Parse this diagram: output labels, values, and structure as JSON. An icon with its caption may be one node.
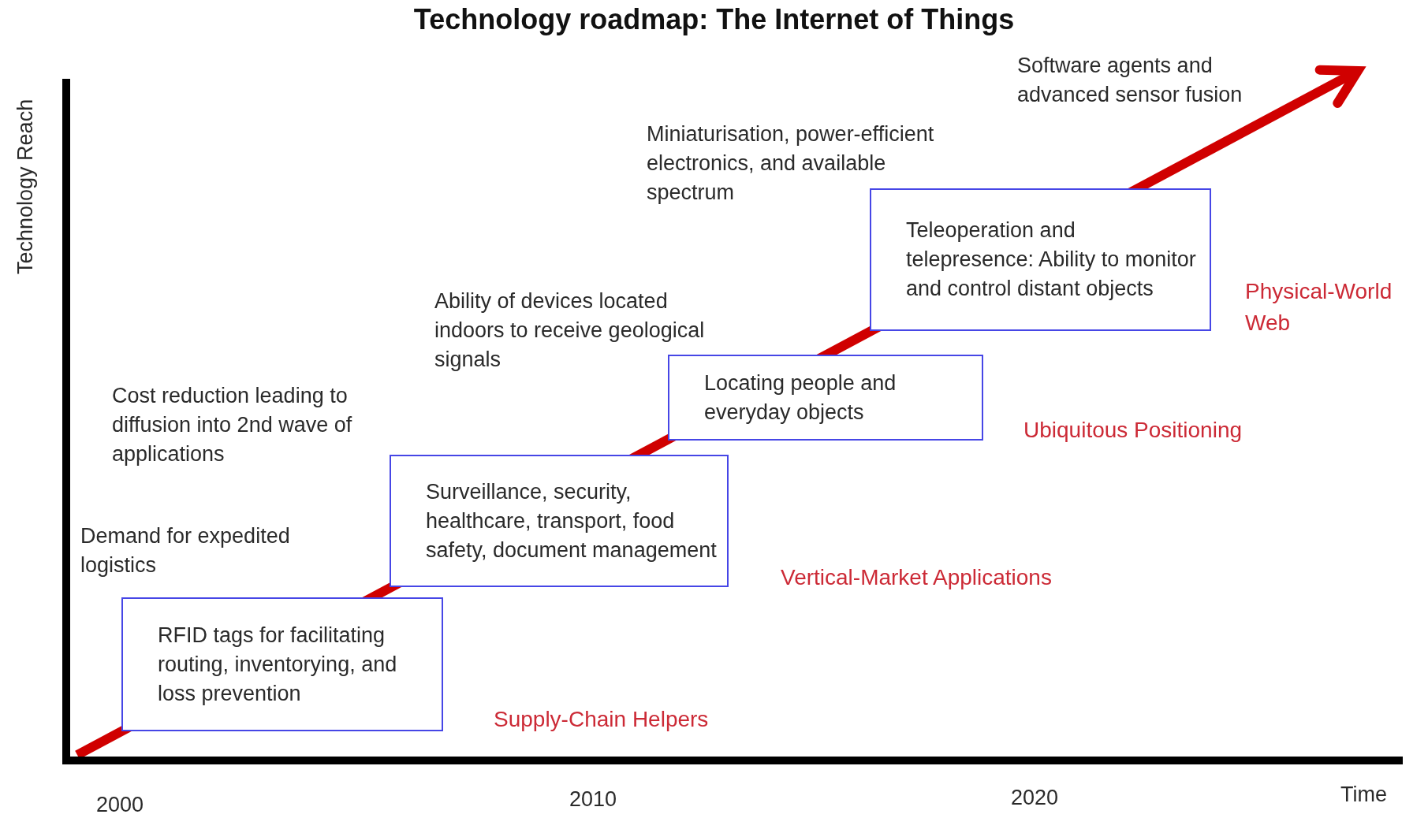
{
  "diagram": {
    "title": "Technology roadmap: The Internet of Things",
    "nodes": [
      {
        "text": [
          "RFID tags for facilitating routing, inventorying, and loss prevention"
        ]
      },
      {
        "text": [
          "Surveillance, security, healthcare, transport, food safety, document management"
        ]
      },
      {
        "text": [
          "Locating people and everyday objects"
        ]
      },
      {
        "text": [
          "Teleoperation and telepresence: Ability to monitor and control distant objects"
        ]
      }
    ],
    "labels": [
      "Technology Reach",
      "Software agents and advanced sensor fusion",
      "Miniaturisation, power-efficient electronics, and available spectrum",
      "Ability of devices located indoors to receive geological signals",
      "Cost reduction leading to diffusion into 2nd wave of applications",
      "Demand for expedited logistics",
      "Physical-World Web",
      "Ubiquitous Positioning",
      "Vertical-Market Applications",
      "Supply-Chain Helpers",
      "2000",
      "2010",
      "2020",
      "Time"
    ]
  }
}
